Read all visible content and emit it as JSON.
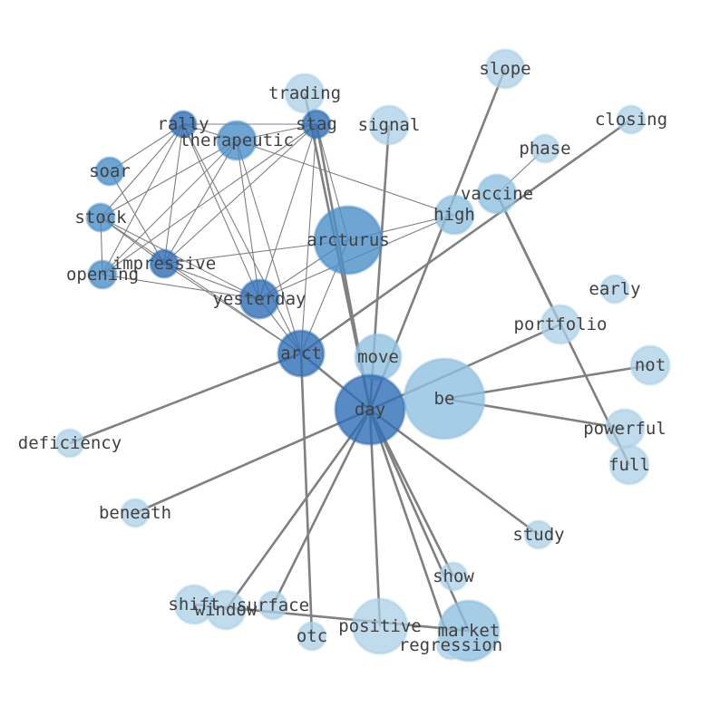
{
  "graph": {
    "colors": {
      "dark": "#2e6db4",
      "medium": "#4b8fc8",
      "light": "#8fc0e0",
      "pale": "#a9cfe6",
      "edge": "#808080",
      "label": "#404040"
    },
    "nodes": [
      {
        "id": "trading",
        "label": "trading",
        "tone": "pale"
      },
      {
        "id": "slope",
        "label": "slope",
        "tone": "pale"
      },
      {
        "id": "rally",
        "label": "rally",
        "tone": "dark"
      },
      {
        "id": "stag",
        "label": "stag",
        "tone": "dark"
      },
      {
        "id": "signal",
        "label": "signal",
        "tone": "pale"
      },
      {
        "id": "closing",
        "label": "closing",
        "tone": "pale"
      },
      {
        "id": "therapeutic",
        "label": "therapeutic",
        "tone": "medium"
      },
      {
        "id": "phase",
        "label": "phase",
        "tone": "pale"
      },
      {
        "id": "soar",
        "label": "soar",
        "tone": "medium"
      },
      {
        "id": "vaccine",
        "label": "vaccine",
        "tone": "light"
      },
      {
        "id": "stock",
        "label": "stock",
        "tone": "medium"
      },
      {
        "id": "high",
        "label": "high",
        "tone": "light"
      },
      {
        "id": "arcturus",
        "label": "arcturus",
        "tone": "medium"
      },
      {
        "id": "impressive",
        "label": "impressive",
        "tone": "dark"
      },
      {
        "id": "opening",
        "label": "opening",
        "tone": "medium"
      },
      {
        "id": "early",
        "label": "early",
        "tone": "pale"
      },
      {
        "id": "yesterday",
        "label": "yesterday",
        "tone": "dark"
      },
      {
        "id": "portfolio",
        "label": "portfolio",
        "tone": "pale"
      },
      {
        "id": "arct",
        "label": "arct",
        "tone": "dark"
      },
      {
        "id": "move",
        "label": "move",
        "tone": "light"
      },
      {
        "id": "not",
        "label": "not",
        "tone": "pale"
      },
      {
        "id": "be",
        "label": "be",
        "tone": "light"
      },
      {
        "id": "day",
        "label": "day",
        "tone": "dark"
      },
      {
        "id": "powerful",
        "label": "powerful",
        "tone": "pale"
      },
      {
        "id": "deficiency",
        "label": "deficiency",
        "tone": "pale"
      },
      {
        "id": "full",
        "label": "full",
        "tone": "pale"
      },
      {
        "id": "beneath",
        "label": "beneath",
        "tone": "pale"
      },
      {
        "id": "study",
        "label": "study",
        "tone": "pale"
      },
      {
        "id": "show",
        "label": "show",
        "tone": "pale"
      },
      {
        "id": "shift",
        "label": "shift",
        "tone": "pale"
      },
      {
        "id": "surface",
        "label": "surface",
        "tone": "pale"
      },
      {
        "id": "window",
        "label": "window",
        "tone": "pale"
      },
      {
        "id": "positive",
        "label": "positive",
        "tone": "pale"
      },
      {
        "id": "otc",
        "label": "otc",
        "tone": "pale"
      },
      {
        "id": "market",
        "label": "market",
        "tone": "light"
      },
      {
        "id": "regression",
        "label": "regression",
        "tone": "pale"
      }
    ],
    "edges": [
      {
        "source": "rally",
        "target": "stag",
        "weight": "thin"
      },
      {
        "source": "rally",
        "target": "therapeutic",
        "weight": "thin"
      },
      {
        "source": "rally",
        "target": "soar",
        "weight": "thin"
      },
      {
        "source": "rally",
        "target": "stock",
        "weight": "thin"
      },
      {
        "source": "rally",
        "target": "impressive",
        "weight": "thin"
      },
      {
        "source": "rally",
        "target": "opening",
        "weight": "thin"
      },
      {
        "source": "rally",
        "target": "yesterday",
        "weight": "thin"
      },
      {
        "source": "rally",
        "target": "arct",
        "weight": "thin"
      },
      {
        "source": "stag",
        "target": "therapeutic",
        "weight": "thin"
      },
      {
        "source": "stag",
        "target": "impressive",
        "weight": "thin"
      },
      {
        "source": "stag",
        "target": "opening",
        "weight": "thin"
      },
      {
        "source": "stag",
        "target": "yesterday",
        "weight": "thin"
      },
      {
        "source": "stag",
        "target": "arct",
        "weight": "thin"
      },
      {
        "source": "stag",
        "target": "arcturus",
        "weight": "thin"
      },
      {
        "source": "stag",
        "target": "day",
        "weight": "thick"
      },
      {
        "source": "trading",
        "target": "day",
        "weight": "thick"
      },
      {
        "source": "therapeutic",
        "target": "stock",
        "weight": "thin"
      },
      {
        "source": "therapeutic",
        "target": "impressive",
        "weight": "thin"
      },
      {
        "source": "therapeutic",
        "target": "opening",
        "weight": "thin"
      },
      {
        "source": "therapeutic",
        "target": "yesterday",
        "weight": "thin"
      },
      {
        "source": "therapeutic",
        "target": "arct",
        "weight": "thin"
      },
      {
        "source": "therapeutic",
        "target": "high",
        "weight": "thin"
      },
      {
        "source": "soar",
        "target": "impressive",
        "weight": "thin"
      },
      {
        "source": "stock",
        "target": "impressive",
        "weight": "thin"
      },
      {
        "source": "stock",
        "target": "opening",
        "weight": "thin"
      },
      {
        "source": "stock",
        "target": "yesterday",
        "weight": "thin"
      },
      {
        "source": "stock",
        "target": "arct",
        "weight": "thin"
      },
      {
        "source": "impressive",
        "target": "yesterday",
        "weight": "thin"
      },
      {
        "source": "impressive",
        "target": "arct",
        "weight": "thin"
      },
      {
        "source": "impressive",
        "target": "arcturus",
        "weight": "thin"
      },
      {
        "source": "opening",
        "target": "yesterday",
        "weight": "thin"
      },
      {
        "source": "yesterday",
        "target": "arct",
        "weight": "thin"
      },
      {
        "source": "yesterday",
        "target": "arcturus",
        "weight": "thin"
      },
      {
        "source": "yesterday",
        "target": "high",
        "weight": "thin"
      },
      {
        "source": "arcturus",
        "target": "high",
        "weight": "thin"
      },
      {
        "source": "arcturus",
        "target": "arct",
        "weight": "thin"
      },
      {
        "source": "closing",
        "target": "arct",
        "weight": "thick"
      },
      {
        "source": "phase",
        "target": "vaccine",
        "weight": "thin"
      },
      {
        "source": "vaccine",
        "target": "portfolio",
        "weight": "thick"
      },
      {
        "source": "vaccine",
        "target": "full",
        "weight": "thick"
      },
      {
        "source": "slope",
        "target": "day",
        "weight": "thick"
      },
      {
        "source": "signal",
        "target": "day",
        "weight": "thick"
      },
      {
        "source": "arct",
        "target": "day",
        "weight": "thick"
      },
      {
        "source": "arct",
        "target": "deficiency",
        "weight": "thick"
      },
      {
        "source": "arct",
        "target": "otc",
        "weight": "thick"
      },
      {
        "source": "portfolio",
        "target": "day",
        "weight": "thick"
      },
      {
        "source": "be",
        "target": "not",
        "weight": "thick"
      },
      {
        "source": "be",
        "target": "powerful",
        "weight": "thick"
      },
      {
        "source": "day",
        "target": "beneath",
        "weight": "thick"
      },
      {
        "source": "day",
        "target": "study",
        "weight": "thick"
      },
      {
        "source": "day",
        "target": "show",
        "weight": "thick"
      },
      {
        "source": "day",
        "target": "window",
        "weight": "thick"
      },
      {
        "source": "day",
        "target": "surface",
        "weight": "thick"
      },
      {
        "source": "day",
        "target": "positive",
        "weight": "thick"
      },
      {
        "source": "day",
        "target": "market",
        "weight": "thick"
      },
      {
        "source": "day",
        "target": "regression",
        "weight": "thick"
      },
      {
        "source": "shift",
        "target": "market",
        "weight": "thick"
      }
    ]
  }
}
